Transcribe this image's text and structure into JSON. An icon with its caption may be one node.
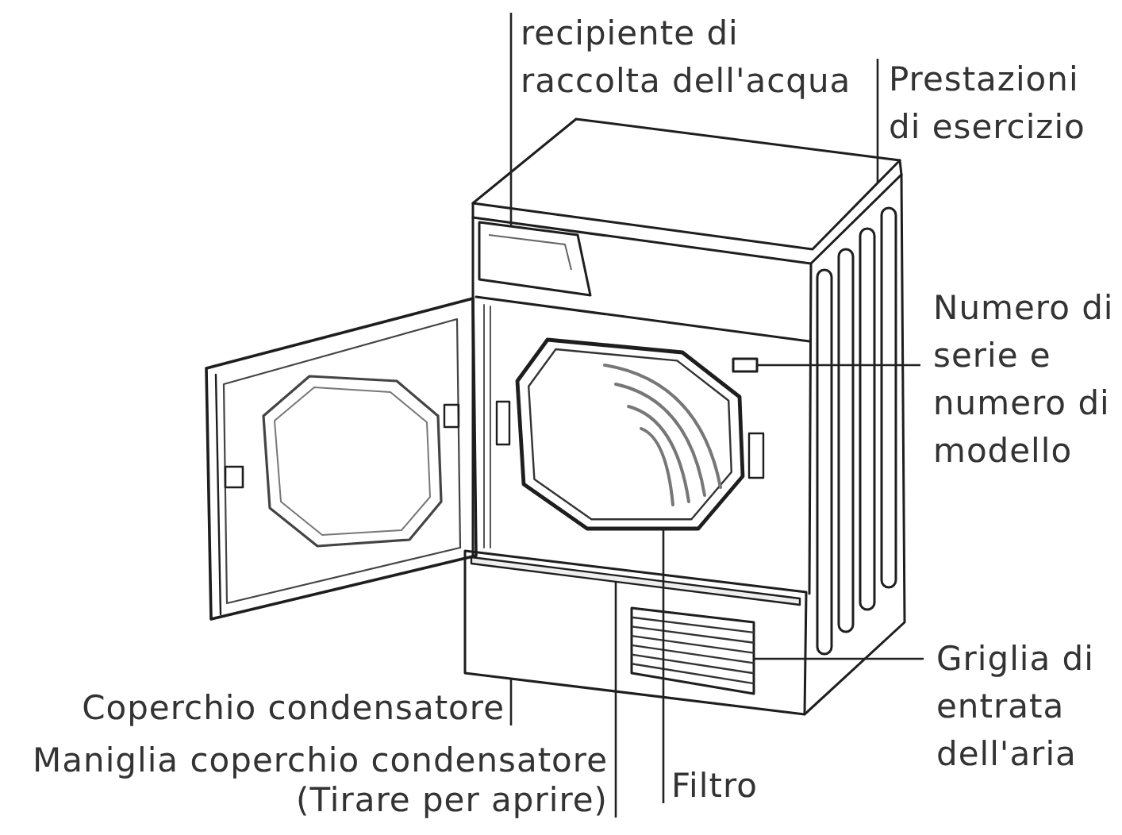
{
  "diagram": {
    "nodes": [
      {
        "text": [
          "recipiente di raccolta dell'acqua"
        ]
      },
      {
        "text": [
          "Prestazioni di esercizio"
        ]
      },
      {
        "text": [
          "Numero di serie e numero di modello"
        ]
      },
      {
        "text": [
          "Griglia di entrata dell'aria"
        ]
      },
      {
        "text": [
          "Coperchio condensatore"
        ]
      },
      {
        "text": [
          "Maniglia coperchio condensatore (Tirare per aprire)"
        ]
      },
      {
        "text": [
          "Filtro"
        ]
      },
      {
        "text": [],
        "shape": "box"
      },
      {
        "text": [],
        "shape": "box"
      },
      {
        "text": [],
        "shape": "circle"
      },
      {
        "text": [],
        "shape": "box"
      },
      {
        "text": [],
        "shape": "box"
      },
      {
        "text": [],
        "shape": "bar",
        "in": 11
      },
      {
        "text": [],
        "shape": "box",
        "in": 11
      }
    ],
    "edges": [
      {
        "from": 0,
        "to": 8,
        "arrow": "none"
      },
      {
        "from": 1,
        "to": 7,
        "arrow": "none"
      },
      {
        "from": 2,
        "to": 10,
        "arrow": "none"
      },
      {
        "from": 3,
        "to": 13,
        "arrow": "none"
      },
      {
        "from": 4,
        "to": 11,
        "arrow": "none"
      },
      {
        "from": 5,
        "to": 12,
        "arrow": "none"
      },
      {
        "from": 6,
        "to": 9,
        "arrow": "none"
      }
    ]
  }
}
